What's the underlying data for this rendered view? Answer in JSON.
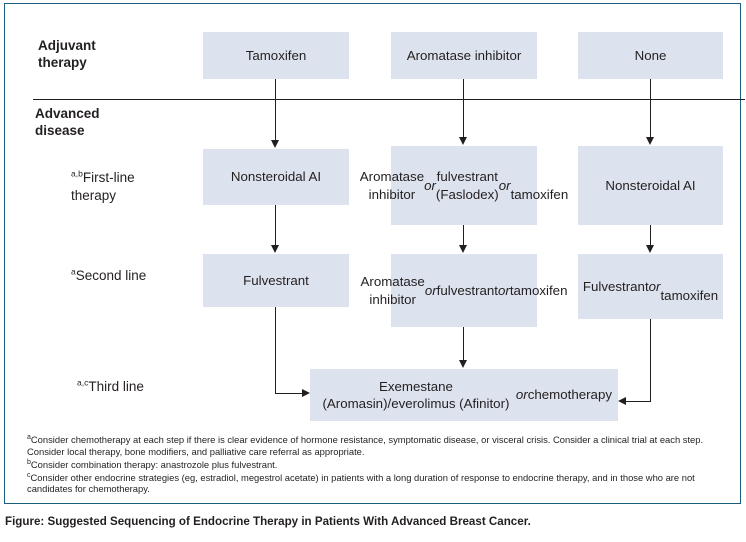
{
  "figure": {
    "caption": "Figure: Suggested Sequencing of Endocrine Therapy in Patients With Advanced Breast Cancer.",
    "frame_color": "#1b5d7e",
    "box_fill": "#dde3ee",
    "text_color": "#231f20"
  },
  "row_labels": {
    "adjuvant": "Adjuvant\ntherapy",
    "advanced": "Advanced\ndisease"
  },
  "stage_labels": [
    {
      "sup": "a,b",
      "text": "First-line\ntherapy"
    },
    {
      "sup": "a",
      "text": "Second line"
    },
    {
      "sup": "a,c",
      "text": "Third line"
    }
  ],
  "columns": [
    {
      "adjuvant": "Tamoxifen",
      "first_line": "Nonsteroidal AI",
      "second_line": "Fulvestrant"
    },
    {
      "adjuvant": "Aromatase inhibitor",
      "first_line_html": "Aromatase inhibitor<br><i>or</i> fulvestrant<br>(Faslodex) <i>or</i><br>tamoxifen",
      "second_line_html": "Aromatase inhibitor<br><i>or</i> fulvestrant<br><i>or</i> tamoxifen"
    },
    {
      "adjuvant": "None",
      "first_line": "Nonsteroidal AI",
      "second_line_html": "Fulvestrant <i>or</i><br>tamoxifen"
    }
  ],
  "third_line": {
    "text_html": "Exemestane (Aromasin)/everolimus (Afinitor)<br><i>or</i> chemotherapy"
  },
  "footnotes": [
    {
      "marker": "a",
      "text": "Consider chemotherapy at each step if there is clear evidence of hormone resistance, symptomatic disease, or visceral crisis. Consider a clinical trial at each step. Consider local therapy, bone modifiers, and palliative care referral as appropriate."
    },
    {
      "marker": "b",
      "text": "Consider combination therapy: anastrozole plus fulvestrant."
    },
    {
      "marker": "c",
      "text": "Consider other endocrine strategies (eg, estradiol, megestrol acetate) in patients with a long duration of response to endocrine therapy, and in those who are not candidates for chemotherapy."
    }
  ]
}
